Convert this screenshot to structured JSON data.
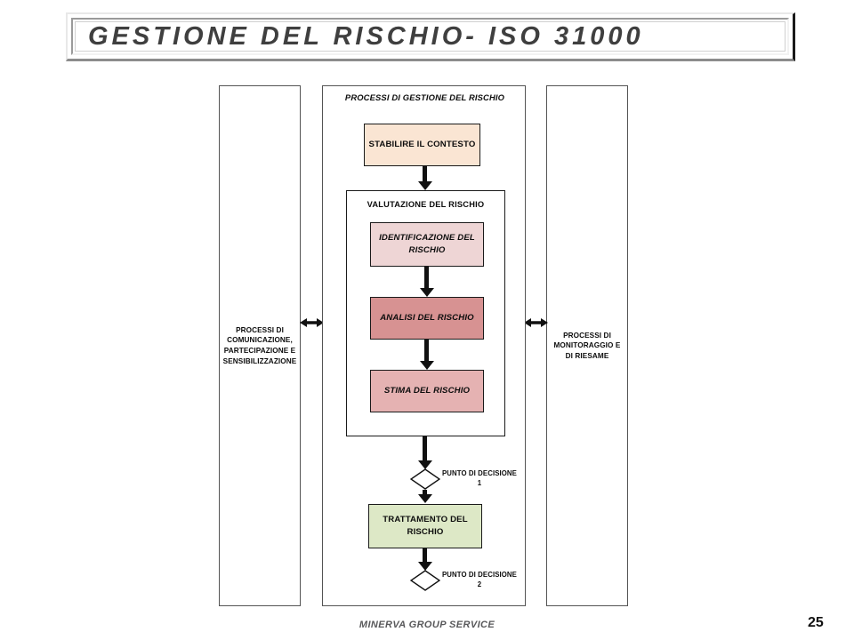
{
  "slide": {
    "title": "GESTIONE DEL RISCHIO- ISO 31000",
    "footer": "MINERVA   GROUP SERVICE",
    "page_number": "25"
  },
  "panels": {
    "left": {
      "label": "PROCESSI DI COMUNICAZIONE, PARTECIPAZIONE E SENSIBILIZZAZIONE"
    },
    "right": {
      "label": "PROCESSI DI MONITORAGGIO E DI RIESAME"
    },
    "center": {
      "title": "PROCESSI DI GESTIONE DEL RISCHIO"
    }
  },
  "process": {
    "contesto": {
      "label": "STABILIRE IL CONTESTO",
      "color": "#fae5d3"
    },
    "valutazione": {
      "title": "VALUTAZIONE DEL RISCHIO",
      "color": "#ffffff"
    },
    "identificazione": {
      "label": "IDENTIFICAZIONE DEL RISCHIO",
      "color": "#eed5d5"
    },
    "analisi": {
      "label": "ANALISI DEL RISCHIO",
      "color": "#d79292"
    },
    "stima": {
      "label": "STIMA DEL RISCHIO",
      "color": "#e5b2b2"
    },
    "trattamento": {
      "label": "TRATTAMENTO DEL RISCHIO",
      "color": "#dde8c6"
    }
  },
  "decisions": [
    {
      "label_line1": "PUNTO DI DECISIONE",
      "label_line2": "1"
    },
    {
      "label_line1": "PUNTO DI DECISIONE",
      "label_line2": "2"
    }
  ],
  "colors": {
    "outline": "#1a1a1a",
    "panel_border": "#545454",
    "arrow": "#111111",
    "title_text": "#3f3f3f",
    "footer_text": "#58585a"
  }
}
